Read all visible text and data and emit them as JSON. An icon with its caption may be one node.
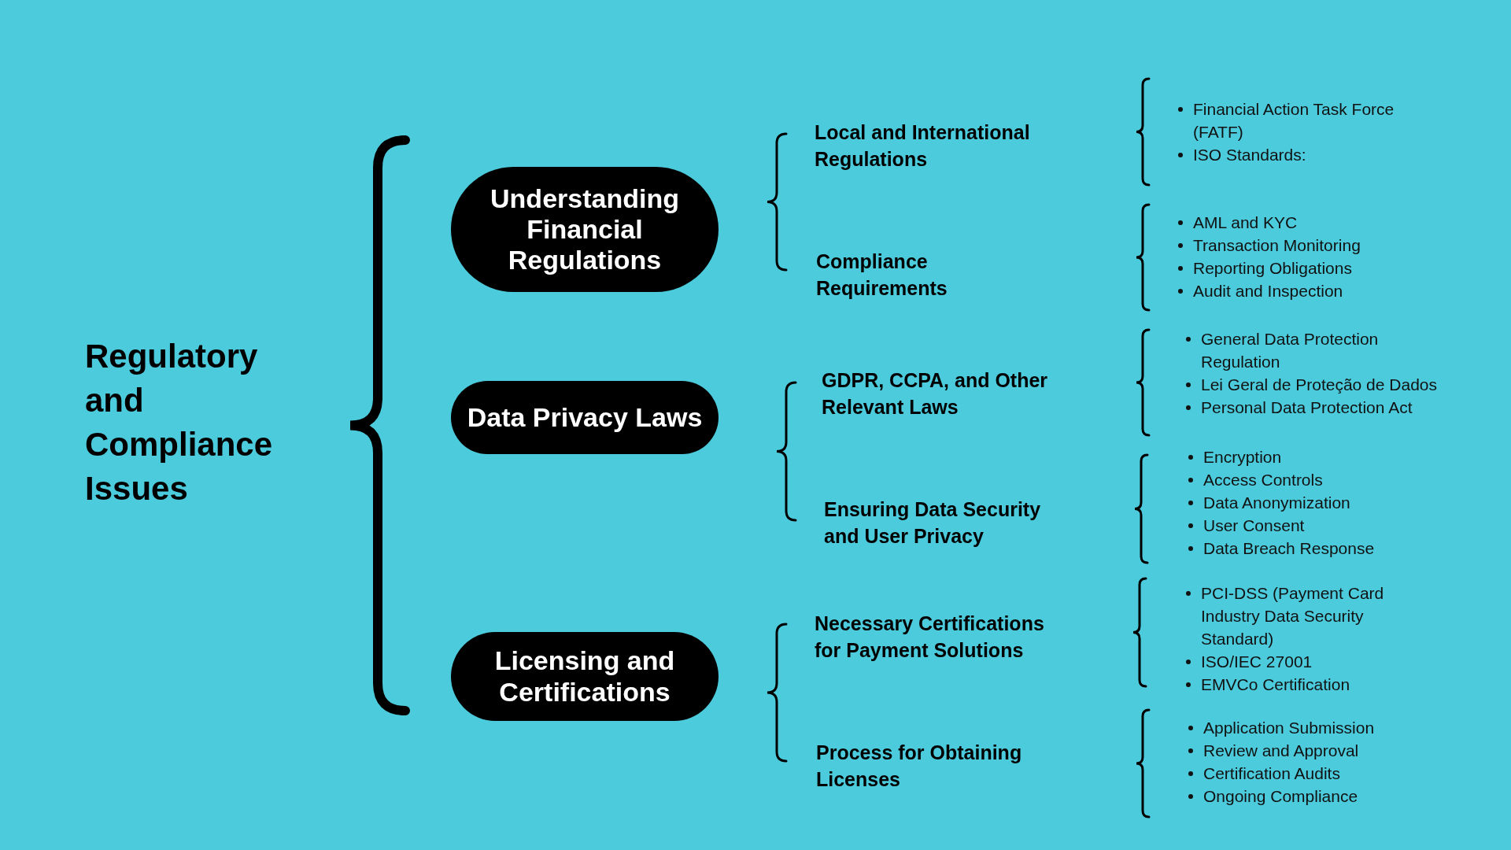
{
  "diagram": {
    "nodes": [
      {
        "text": [
          "Understanding Financial Regulations"
        ]
      },
      {
        "text": [
          "Data Privacy Laws"
        ]
      },
      {
        "text": [
          "Licensing and Certifications"
        ]
      }
    ],
    "labels": [
      "Regulatory and Compliance Issues",
      "Local and International Regulations",
      "Financial Action Task Force (FATF)",
      "ISO Standards:",
      "Compliance Requirements",
      "AML and KYC",
      "Transaction Monitoring",
      "Reporting Obligations",
      "Audit and Inspection",
      "GDPR, CCPA, and Other Relevant Laws",
      "General Data Protection Regulation",
      "Lei Geral de Proteção de Dados",
      "Personal Data Protection Act",
      "Ensuring Data Security and User Privacy",
      "Encryption",
      "Access Controls",
      "Data Anonymization",
      "User Consent",
      "Data Breach Response",
      "Necessary Certifications for Payment Solutions",
      "PCI-DSS (Payment Card Industry Data Security Standard)",
      "ISO/IEC 27001",
      "EMVCo Certification",
      "Process for Obtaining Licenses",
      "Application Submission",
      "Review and Approval",
      "Certification Audits",
      "Ongoing Compliance"
    ]
  }
}
